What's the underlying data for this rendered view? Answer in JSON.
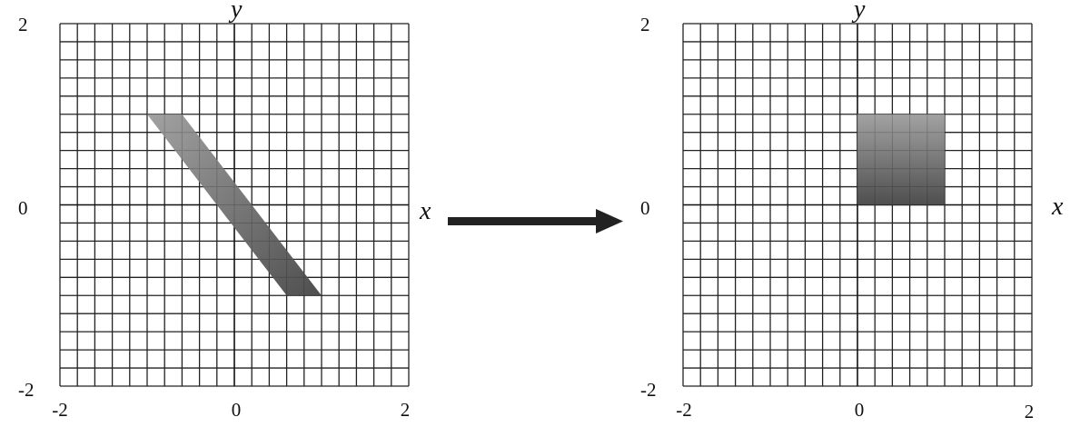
{
  "colors": {
    "grid": "#222222",
    "shape_light": "#a2a2a2",
    "shape_dark": "#4f4f4f",
    "arrow": "#222222"
  },
  "left_panel": {
    "x_label": "x",
    "y_label": "y",
    "x_ticks": [
      "-2",
      "0",
      "2"
    ],
    "y_ticks": [
      "2",
      "0",
      "-2"
    ],
    "domain": {
      "x": [
        -2,
        2
      ],
      "y": [
        -2,
        2
      ]
    },
    "grid_step": 0.2,
    "shape": {
      "type": "parallelogram",
      "vertices": [
        [
          -1,
          1
        ],
        [
          -0.6,
          1
        ],
        [
          1,
          -1
        ],
        [
          0.6,
          -1
        ]
      ]
    }
  },
  "right_panel": {
    "x_label": "x",
    "y_label": "y",
    "x_ticks": [
      "-2",
      "0",
      "2"
    ],
    "y_ticks": [
      "2",
      "0",
      "-2"
    ],
    "domain": {
      "x": [
        -2,
        2
      ],
      "y": [
        -2,
        2
      ]
    },
    "grid_step": 0.2,
    "shape": {
      "type": "square",
      "vertices": [
        [
          0,
          0
        ],
        [
          1,
          0
        ],
        [
          1,
          1
        ],
        [
          0,
          1
        ]
      ]
    }
  },
  "arrow": {
    "direction": "right",
    "icon": "right-arrow-icon"
  }
}
